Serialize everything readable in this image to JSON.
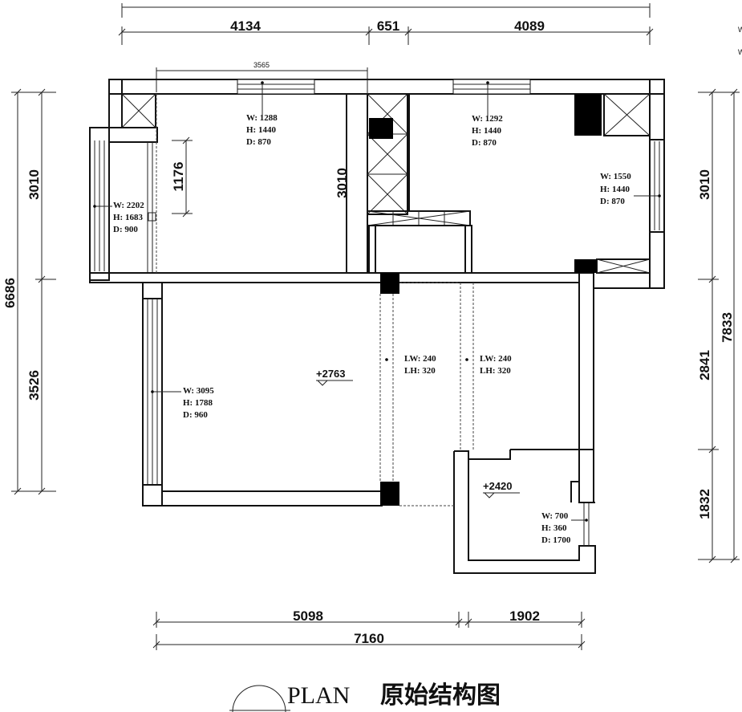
{
  "top_dimensions": {
    "top_header": "",
    "seg1": "4134",
    "seg2": "651",
    "seg3": "4089",
    "small": "3565"
  },
  "left_dimensions": {
    "upper": "3010",
    "lower": "3526",
    "total": "6686"
  },
  "right_dimensions": {
    "upper": "3010",
    "middle": "2841",
    "lower": "1832",
    "total": "7833"
  },
  "bottom_dimensions": {
    "seg1": "5098",
    "seg2": "1902",
    "total": "7160"
  },
  "interior_dimensions": {
    "bedroom_partition": "3010",
    "window_height": "1176"
  },
  "windows": [
    {
      "w": "W: 1288",
      "h": "H: 1440",
      "d": "D: 870"
    },
    {
      "w": "W: 1292",
      "h": "H: 1440",
      "d": "D: 870"
    },
    {
      "w": "W: 1550",
      "h": "H: 1440",
      "d": "D: 870"
    },
    {
      "w": "W: 2202",
      "h": "H: 1683",
      "d": "D: 900"
    },
    {
      "w": "W: 3095",
      "h": "H: 1788",
      "d": "D: 960"
    },
    {
      "w": "W: 700",
      "h": "H: 360",
      "d": "D: 1700"
    }
  ],
  "beams": [
    {
      "lw": "LW: 240",
      "lh": "LH: 320"
    },
    {
      "lw": "LW: 240",
      "lh": "LH: 320"
    }
  ],
  "levels": {
    "living": "+2763",
    "kitchen": "+2420"
  },
  "title": {
    "en": "PLAN",
    "cn": "原始结构图"
  },
  "side_marks": {
    "right_top_1": "W",
    "right_top_2": "W"
  }
}
